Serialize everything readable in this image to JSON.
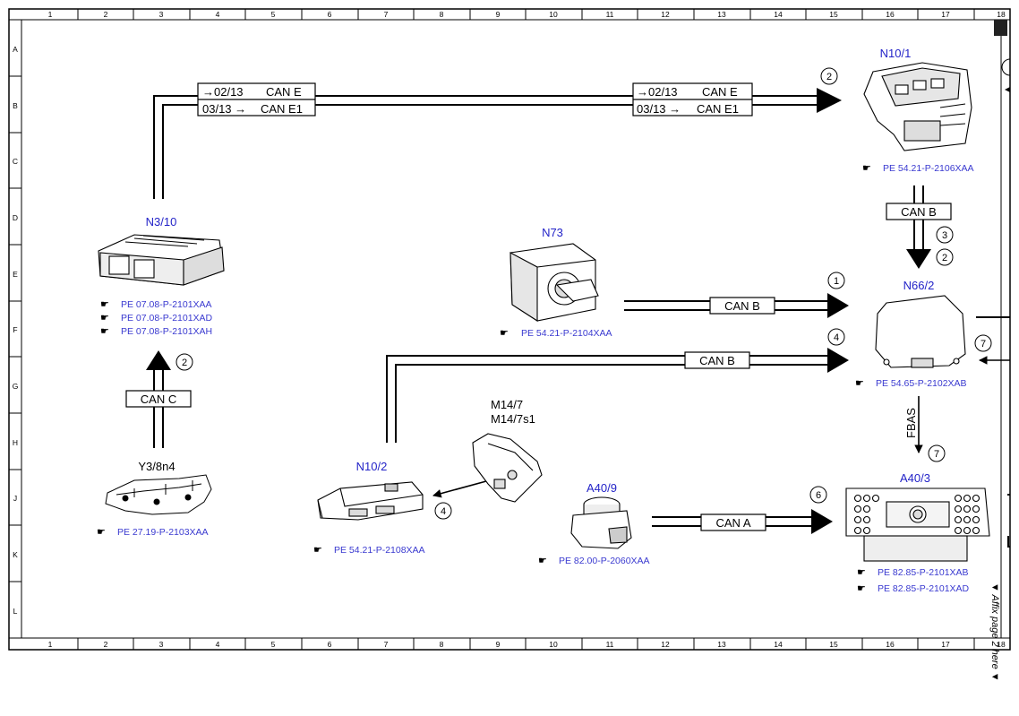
{
  "frame": {
    "col_numbers": [
      "1",
      "2",
      "3",
      "4",
      "5",
      "6",
      "7",
      "8",
      "9",
      "10",
      "11",
      "12",
      "13",
      "14",
      "15",
      "16",
      "17",
      "18"
    ],
    "row_letters": [
      "A",
      "B",
      "C",
      "D",
      "E",
      "F",
      "G",
      "H",
      "J",
      "K",
      "L"
    ]
  },
  "components": {
    "n3_10": {
      "name": "N3/10",
      "refs": [
        "PE 07.08-P-2101XAA",
        "PE 07.08-P-2101XAD",
        "PE 07.08-P-2101XAH"
      ]
    },
    "n10_1": {
      "name": "N10/1",
      "refs": [
        "PE 54.21-P-2106XAA"
      ]
    },
    "n73": {
      "name": "N73",
      "refs": [
        "PE 54.21-P-2104XAA"
      ]
    },
    "n66_2": {
      "name": "N66/2",
      "refs": [
        "PE 54.65-P-2102XAB"
      ]
    },
    "y3_8n4": {
      "name": "Y3/8n4",
      "refs": [
        "PE 27.19-P-2103XAA"
      ]
    },
    "n10_2": {
      "name": "N10/2",
      "refs": [
        "PE 54.21-P-2108XAA"
      ]
    },
    "m14_7": {
      "name1": "M14/7",
      "name2": "M14/7s1"
    },
    "a40_9": {
      "name": "A40/9",
      "refs": [
        "PE 82.00-P-2060XAA"
      ]
    },
    "a40_3": {
      "name": "A40/3",
      "refs": [
        "PE 82.85-P-2101XAB",
        "PE 82.85-P-2101XAD"
      ]
    }
  },
  "buses": {
    "can_e_box1": {
      "row1_page": "02/13",
      "row1_bus": "CAN E",
      "row2_page": "03/13",
      "row2_bus": "CAN E1"
    },
    "can_e_box2": {
      "row1_page": "02/13",
      "row1_bus": "CAN E",
      "row2_page": "03/13",
      "row2_bus": "CAN E1"
    },
    "can_b_top": "CAN B",
    "can_b_n73": "CAN B",
    "can_b_n10_2": "CAN B",
    "can_c": "CAN C",
    "can_a": "CAN A",
    "fbas": "FBAS"
  },
  "markers": {
    "m_2_n10_1": "2",
    "m_3": "3",
    "m_2_canb": "2",
    "m_1": "1",
    "m_4_canb": "4",
    "m_7_n66": "7",
    "m_7_fbas": "7",
    "m_2_canc": "2",
    "m_4_m14": "4",
    "m_6": "6"
  },
  "side_note": "▼ Affix page 2 here ▼"
}
